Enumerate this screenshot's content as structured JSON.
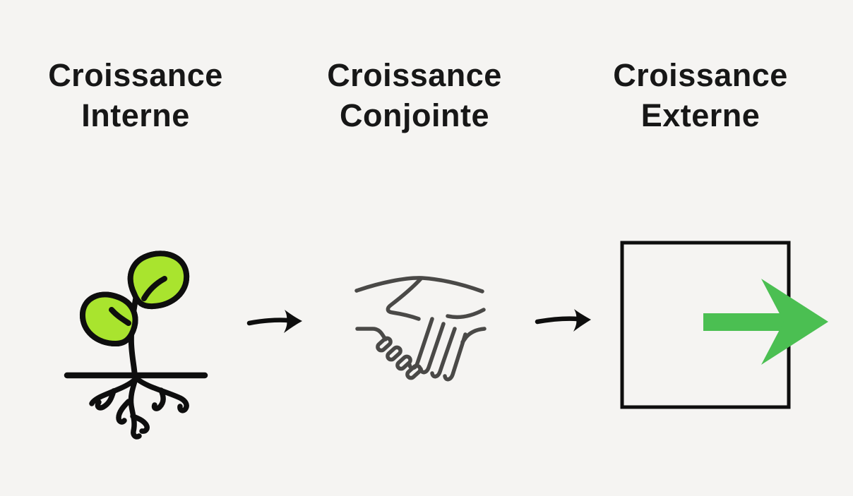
{
  "colors": {
    "background": "#f5f4f2",
    "text": "#171717",
    "outline": "#0e0e0e",
    "leaf_light": "#a9e42e",
    "leaf_dark": "#43bf51",
    "handshake_stroke": "#4a4947",
    "arrow_green": "#4bbf52"
  },
  "columns": [
    {
      "title_line1": "Croissance",
      "title_line2": "Interne",
      "icon": "seedling-icon"
    },
    {
      "title_line1": "Croissance",
      "title_line2": "Conjointe",
      "icon": "handshake-icon"
    },
    {
      "title_line1": "Croissance",
      "title_line2": "Externe",
      "icon": "box-exit-arrow-icon"
    }
  ],
  "connectors": [
    {
      "icon": "arrow-right-icon"
    },
    {
      "icon": "arrow-right-icon"
    }
  ]
}
